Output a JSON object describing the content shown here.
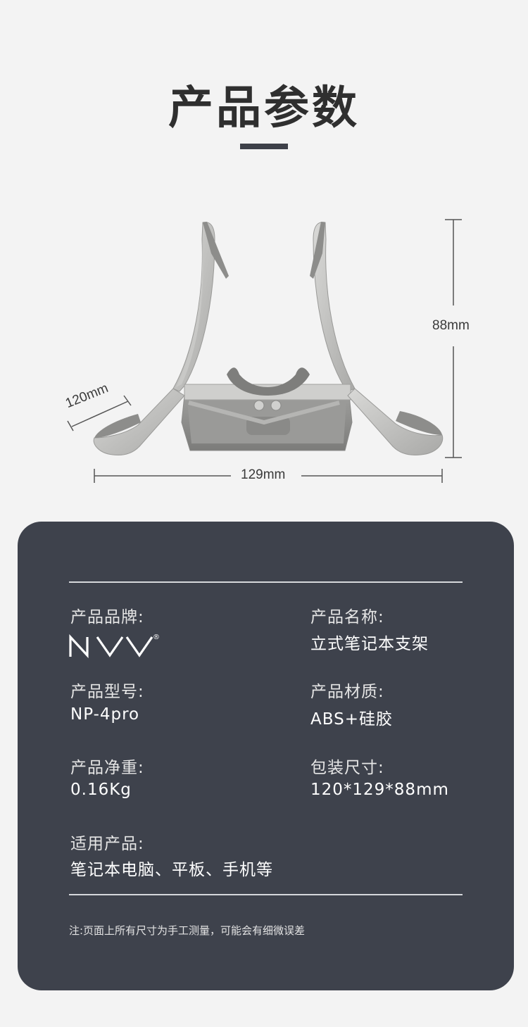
{
  "page": {
    "title": "产品参数"
  },
  "dimensions": {
    "height": "88mm",
    "width": "129mm",
    "depth": "120mm"
  },
  "specs": {
    "brand": {
      "label": "产品品牌:",
      "value": "NVV",
      "mark": "®"
    },
    "name": {
      "label": "产品名称:",
      "value": "立式笔记本支架"
    },
    "model": {
      "label": "产品型号:",
      "value": "NP-4pro"
    },
    "material": {
      "label": "产品材质:",
      "value": "ABS+硅胶"
    },
    "weight": {
      "label": "产品净重:",
      "value": "0.16Kg"
    },
    "package": {
      "label": "包装尺寸:",
      "value": "120*129*88mm"
    },
    "applicable": {
      "label": "适用产品:",
      "value": "笔记本电脑、平板、手机等"
    }
  },
  "note": "注:页面上所有尺寸为手工测量，可能会有细微误差",
  "colors": {
    "panel": "#3e424c",
    "background": "#f3f3f3",
    "product": "#b9b9b7"
  }
}
